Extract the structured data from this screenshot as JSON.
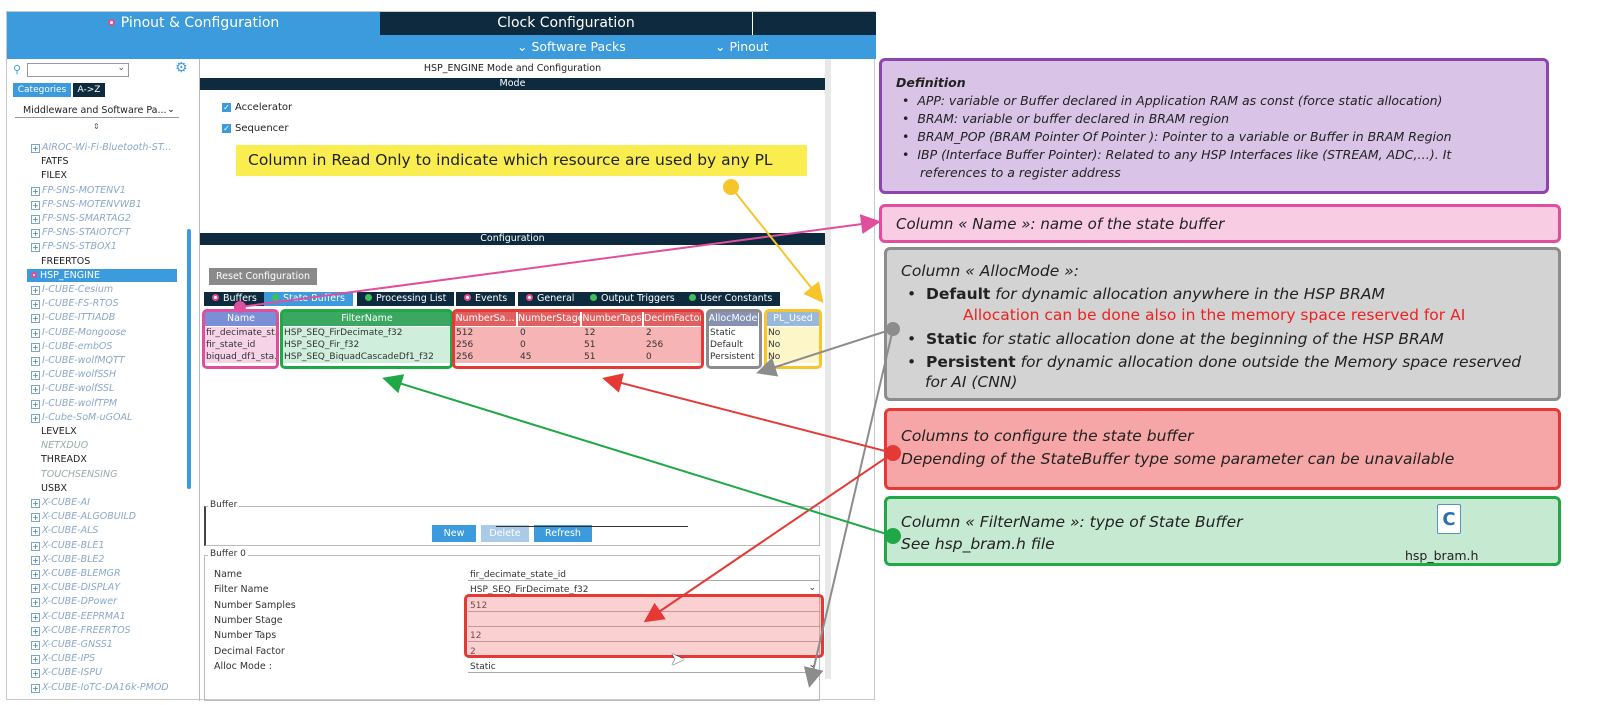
{
  "topbar": {
    "tab_pinout": "Pinout & Configuration",
    "tab_clock": "Clock Configuration",
    "software_packs": "Software Packs",
    "pinout": "Pinout"
  },
  "left": {
    "tab_categories": "Categories",
    "tab_az": "A->Z",
    "category_select": "Middleware and Software Pa...",
    "items": [
      {
        "label": "AIROC-Wi-Fi-Bluetooth-ST...",
        "style": "plus"
      },
      {
        "label": "FATFS",
        "style": "plain"
      },
      {
        "label": "FILEX",
        "style": "plain"
      },
      {
        "label": "FP-SNS-MOTENV1",
        "style": "plus"
      },
      {
        "label": "FP-SNS-MOTENVWB1",
        "style": "plus"
      },
      {
        "label": "FP-SNS-SMARTAG2",
        "style": "plus"
      },
      {
        "label": "FP-SNS-STAIOTCFT",
        "style": "plus"
      },
      {
        "label": "FP-SNS-STBOX1",
        "style": "plus"
      },
      {
        "label": "FREERTOS",
        "style": "plain"
      },
      {
        "label": "HSP_ENGINE",
        "style": "sel"
      },
      {
        "label": "I-CUBE-Cesium",
        "style": "plus"
      },
      {
        "label": "I-CUBE-FS-RTOS",
        "style": "plus"
      },
      {
        "label": "I-CUBE-ITTIADB",
        "style": "plus"
      },
      {
        "label": "I-CUBE-Mongoose",
        "style": "plus"
      },
      {
        "label": "I-CUBE-embOS",
        "style": "plus"
      },
      {
        "label": "I-CUBE-wolfMQTT",
        "style": "plus"
      },
      {
        "label": "I-CUBE-wolfSSH",
        "style": "plus"
      },
      {
        "label": "I-CUBE-wolfSSL",
        "style": "plus"
      },
      {
        "label": "I-CUBE-wolfTPM",
        "style": "plus"
      },
      {
        "label": "I-Cube-SoM-uGOAL",
        "style": "plus"
      },
      {
        "label": "LEVELX",
        "style": "plain"
      },
      {
        "label": "NETXDUO",
        "style": "gray"
      },
      {
        "label": "THREADX",
        "style": "plain"
      },
      {
        "label": "TOUCHSENSING",
        "style": "gray"
      },
      {
        "label": "USBX",
        "style": "plain"
      },
      {
        "label": "X-CUBE-AI",
        "style": "plus"
      },
      {
        "label": "X-CUBE-ALGOBUILD",
        "style": "plus"
      },
      {
        "label": "X-CUBE-ALS",
        "style": "plus"
      },
      {
        "label": "X-CUBE-BLE1",
        "style": "plus"
      },
      {
        "label": "X-CUBE-BLE2",
        "style": "plus"
      },
      {
        "label": "X-CUBE-BLEMGR",
        "style": "plus"
      },
      {
        "label": "X-CUBE-DISPLAY",
        "style": "plus"
      },
      {
        "label": "X-CUBE-DPower",
        "style": "plus"
      },
      {
        "label": "X-CUBE-EEPRMA1",
        "style": "plus"
      },
      {
        "label": "X-CUBE-FREERTOS",
        "style": "plus"
      },
      {
        "label": "X-CUBE-GNSS1",
        "style": "plus"
      },
      {
        "label": "X-CUBE-IPS",
        "style": "plus"
      },
      {
        "label": "X-CUBE-ISPU",
        "style": "plus"
      },
      {
        "label": "X-CUBE-IoTC-DA16k-PMOD",
        "style": "plus"
      }
    ]
  },
  "main": {
    "title": "HSP_ENGINE Mode and Configuration",
    "mode_header": "Mode",
    "accelerator": "Accelerator",
    "sequencer": "Sequencer",
    "callout": "Column in Read Only to indicate which resource are used by any PL",
    "config_header": "Configuration",
    "reset_button": "Reset Configuration",
    "tabs": [
      "Buffers",
      "State Buffers",
      "Processing List",
      "Events",
      "General",
      "Output Triggers",
      "User Constants"
    ],
    "columns": [
      "Name",
      "FilterName",
      "NumberSa...",
      "NumberStage",
      "NumberTaps",
      "DecimFactor",
      "AllocMode",
      "PL_Used"
    ],
    "rows": [
      [
        "fir_decimate_st...",
        "HSP_SEQ_FirDecimate_f32",
        "512",
        "0",
        "12",
        "2",
        "Static",
        "No"
      ],
      [
        "fir_state_id",
        "HSP_SEQ_Fir_f32",
        "256",
        "0",
        "51",
        "256",
        "Default",
        "No"
      ],
      [
        "biquad_df1_sta...",
        "HSP_SEQ_BiquadCascadeDf1_f32",
        "256",
        "45",
        "51",
        "0",
        "Persistent",
        "No"
      ]
    ],
    "buffer_group": "Buffer",
    "btn_new": "New",
    "btn_delete": "Delete",
    "btn_refresh": "Refresh",
    "buffer0_group": "Buffer 0",
    "fields": [
      {
        "label": "Name",
        "value": "fir_decimate_state_id"
      },
      {
        "label": "Filter Name",
        "value": "HSP_SEQ_FirDecimate_f32"
      },
      {
        "label": "Number Samples",
        "value": "512"
      },
      {
        "label": "Number Stage",
        "value": ""
      },
      {
        "label": "Number Taps",
        "value": "12"
      },
      {
        "label": "Decimal Factor",
        "value": "2"
      },
      {
        "label": "Alloc Mode :",
        "value": "Static"
      }
    ]
  },
  "annotations": {
    "definition": {
      "title": "Definition",
      "lines": [
        "APP: variable or Buffer declared in Application RAM as const (force static allocation)",
        "BRAM: variable or buffer declared in BRAM region",
        "BRAM_POP (BRAM Pointer Of Pointer ): Pointer to a variable or Buffer in BRAM Region",
        "IBP (Interface Buffer Pointer): Related to any HSP Interfaces like (STREAM, ADC,…). It",
        "references to a register address"
      ]
    },
    "name_box": "Column « Name »: name of the state buffer",
    "alloc_box": {
      "title": "Column « AllocMode »:",
      "l1_bold": "Default",
      "l1": " for dynamic allocation anywhere in the HSP BRAM",
      "l1_red": "Allocation can be done also in the memory space reserved for AI",
      "l2_bold": "Static",
      "l2": " for static allocation done at the beginning of the HSP BRAM",
      "l3_bold": "Persistent",
      "l3": " for dynamic allocation done outside the Memory space reserved",
      "l3b": "for AI (CNN)"
    },
    "config_box": {
      "l1": "Columns to configure the state buffer",
      "l2": "Depending of the StateBuffer type some parameter can be unavailable"
    },
    "filter_box": {
      "l1": "Column « FilterName »: type of State Buffer",
      "l2": "See hsp_bram.h file",
      "file_label": "hsp_bram.h",
      "file_icon_letter": "C"
    }
  },
  "colors": {
    "accent": "#3c9bdc",
    "dark": "#0d2a3e",
    "pink": "#e14e9d",
    "green": "#1fa845",
    "red": "#e53935",
    "gray": "#8c8c8c",
    "yellow": "#f7c42b",
    "purple": "#8e44ad"
  }
}
